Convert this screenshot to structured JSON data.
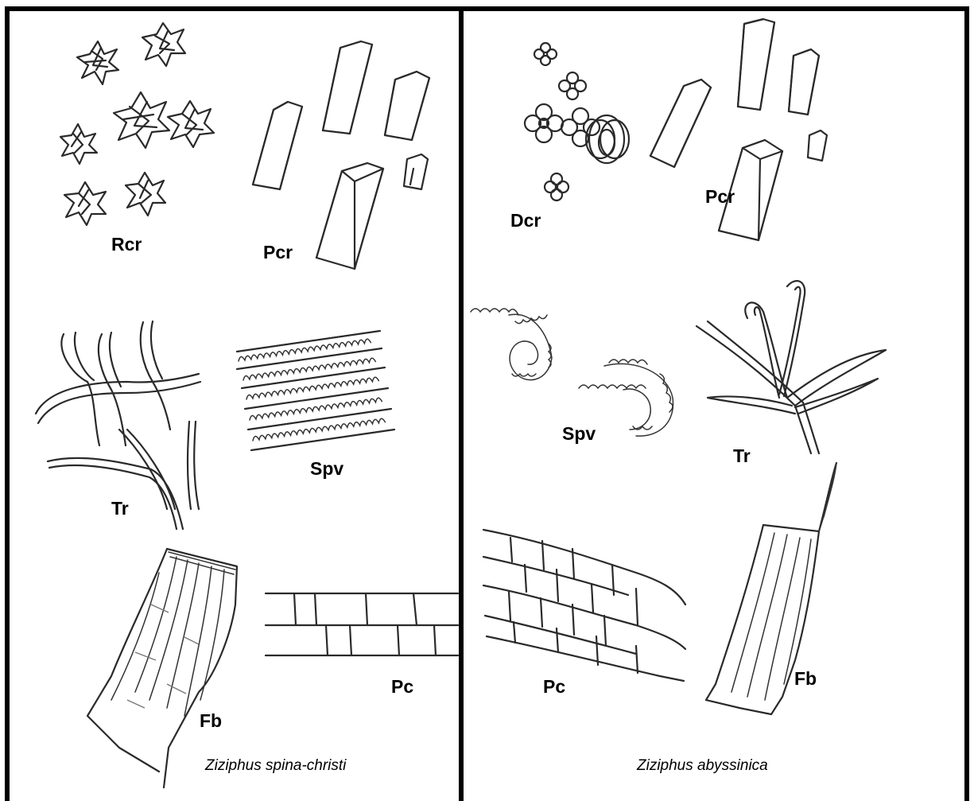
{
  "panels": [
    {
      "species": "Ziziphus spina-christi",
      "labels": {
        "rcr": "Rcr",
        "pcr": "Pcr",
        "tr": "Tr",
        "spv": "Spv",
        "fb": "Fb",
        "pc": "Pc"
      }
    },
    {
      "species": "Ziziphus abyssinica",
      "labels": {
        "dcr": "Dcr",
        "pcr": "Pcr",
        "spv": "Spv",
        "tr": "Tr",
        "pc": "Pc",
        "fb": "Fb"
      }
    }
  ],
  "colors": {
    "ink": "#2a2a2a",
    "frame": "#000000",
    "background": "#ffffff"
  }
}
